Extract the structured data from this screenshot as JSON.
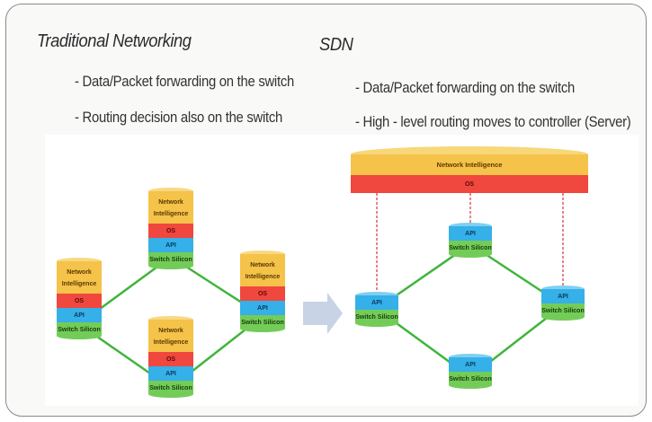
{
  "left": {
    "title": "Traditional Networking",
    "bullets": [
      "- Data/Packet  forwarding on the switch",
      "- Routing decision also on the switch"
    ]
  },
  "right": {
    "title": "SDN",
    "bullets": [
      "- Data/Packet  forwarding on the switch",
      "- High - level routing moves to controller (Server)"
    ]
  },
  "stack_labels": {
    "network_intelligence_1": "Network",
    "network_intelligence_2": "Intelligence",
    "os": "OS",
    "api": "API",
    "switch_silicon": "Switch Silicon"
  },
  "controller": {
    "intelligence": "Network Intelligence",
    "os": "OS"
  },
  "colors": {
    "intelligence": "#f5c24a",
    "os": "#f0473e",
    "api": "#35b0e8",
    "switch_silicon": "#74cc58",
    "link": "#3fb53a",
    "control_link": "#d64545",
    "arrow": "#c9d3e6"
  }
}
